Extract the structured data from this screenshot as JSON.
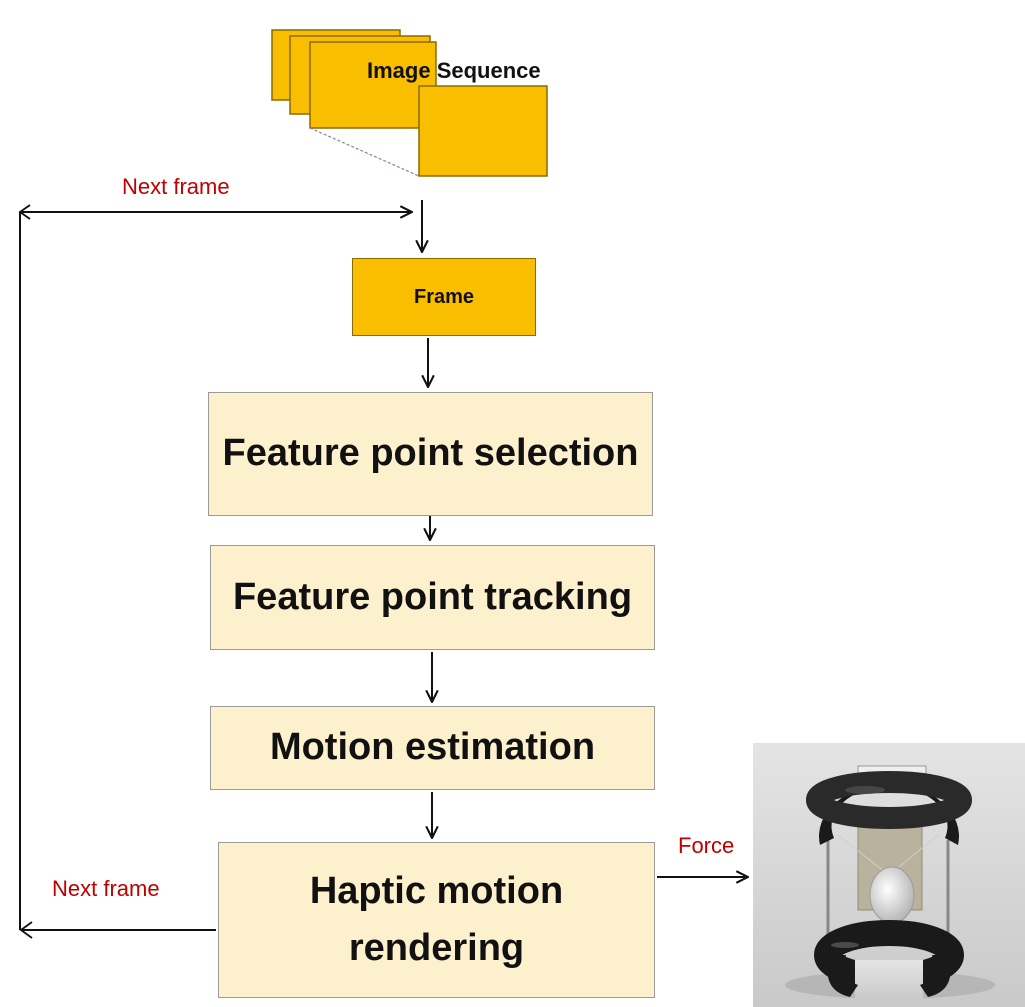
{
  "image_sequence": {
    "label": "Image Sequence"
  },
  "frame": {
    "label": "Frame"
  },
  "steps": [
    {
      "label": "Feature point selection"
    },
    {
      "label": "Feature point tracking"
    },
    {
      "label": "Motion estimation"
    },
    {
      "label_line1": "Haptic motion",
      "label_line2": "rendering"
    }
  ],
  "edges": {
    "next_frame_top": "Next frame",
    "next_frame_bottom": "Next frame",
    "force": "Force"
  },
  "colors": {
    "frame_fill": "#f9be00",
    "process_fill": "#fdf0cd",
    "edge_label": "#c00000"
  },
  "device_photo": {
    "icon": "haptic-device-photo"
  }
}
